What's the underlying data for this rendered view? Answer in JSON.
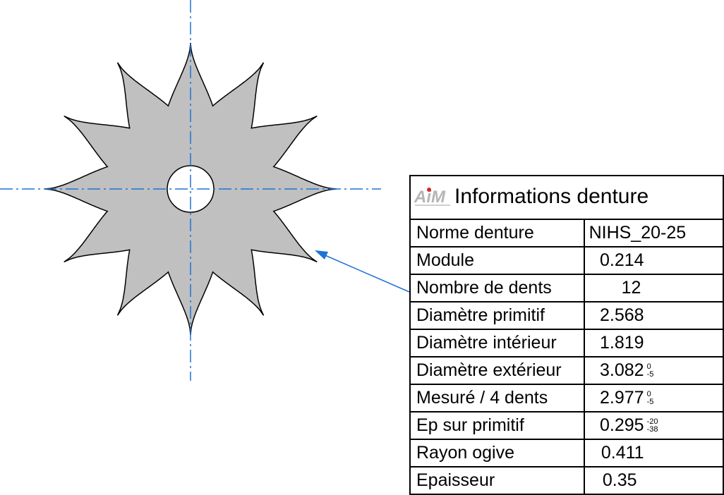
{
  "table": {
    "logo_text": "AiM",
    "title": "Informations denture",
    "rows": [
      {
        "label": "Norme denture",
        "value": "NIHS_20-25"
      },
      {
        "label": "Module",
        "value": "0.214"
      },
      {
        "label": "Nombre de dents",
        "value": "12"
      },
      {
        "label": "Diamètre primitif",
        "value": "2.568"
      },
      {
        "label": "Diamètre intérieur",
        "value": "1.819"
      },
      {
        "label": "Diamètre extérieur",
        "value": "3.082",
        "tol_upper": "0",
        "tol_lower": "-5"
      },
      {
        "label": "Mesuré / 4 dents",
        "value": "2.977",
        "tol_upper": "0",
        "tol_lower": "-5"
      },
      {
        "label": "Ep sur primitif",
        "value": "0.295",
        "tol_upper": "-20",
        "tol_lower": "-38"
      },
      {
        "label": "Rayon ogive",
        "value": "0.411"
      },
      {
        "label": "Epaisseur",
        "value": "0.35"
      }
    ]
  },
  "colors": {
    "gear_fill": "#c0c0c0",
    "outline": "#000000",
    "centerline": "#1e73d6",
    "leader": "#1e73d6"
  }
}
